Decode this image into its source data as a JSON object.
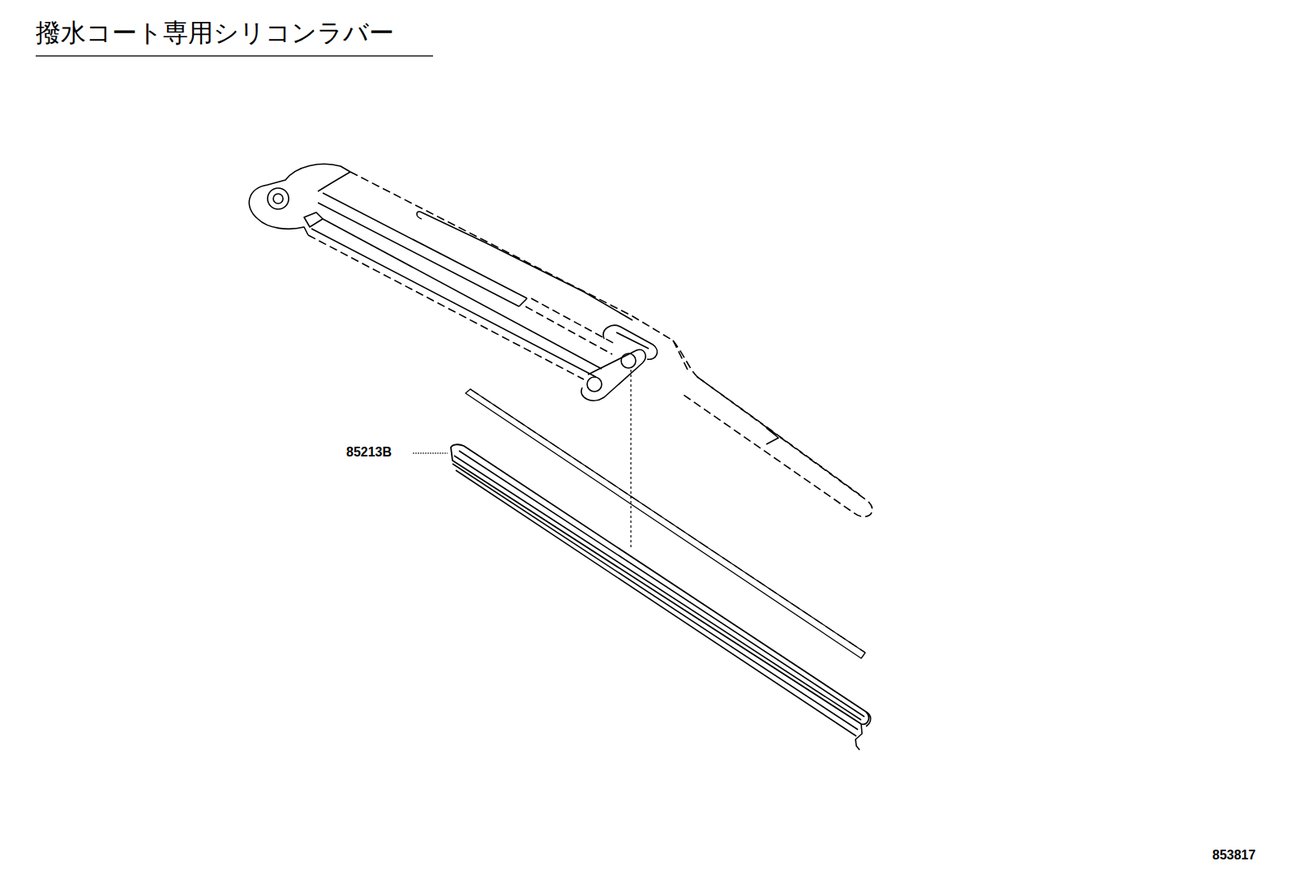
{
  "diagram": {
    "title": "撥水コート専用シリコンラバー",
    "labels": [
      "85213B",
      "853817"
    ]
  }
}
